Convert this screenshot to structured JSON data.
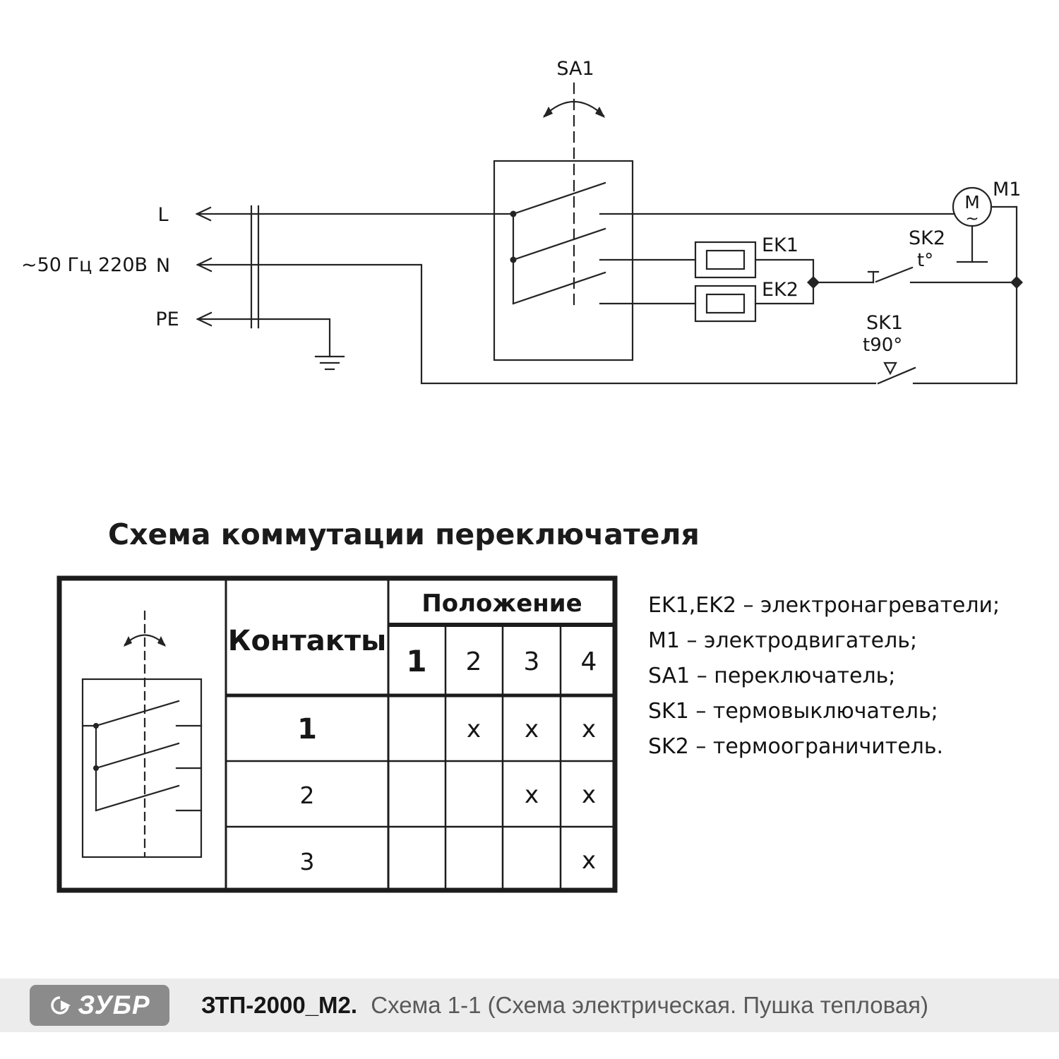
{
  "schematic": {
    "power_label": "~50 Гц 220В",
    "line_l": "L",
    "line_n": "N",
    "line_pe": "PE",
    "switch_label": "SA1",
    "heater1_label": "EK1",
    "heater2_label": "EK2",
    "motor_label": "M1",
    "motor_symbol": "M",
    "motor_ac_symbol": "~",
    "thermal_limiter_label": "SK2",
    "thermal_limiter_temp": "t°",
    "thermal_switch_label": "SK1",
    "thermal_switch_temp": "t90°"
  },
  "commutation": {
    "title": "Схема коммутации переключателя",
    "contacts_header": "Контакты",
    "position_header": "Положение",
    "positions": [
      "1",
      "2",
      "3",
      "4"
    ],
    "rows": [
      {
        "contact": "1",
        "cells": [
          "",
          "x",
          "x",
          "x"
        ]
      },
      {
        "contact": "2",
        "cells": [
          "",
          "",
          "x",
          "x"
        ]
      },
      {
        "contact": "3",
        "cells": [
          "",
          "",
          "",
          "x"
        ]
      }
    ]
  },
  "legend": {
    "items": [
      "EK1,EK2 – электронагреватели;",
      "M1 – электродвигатель;",
      "SA1 – переключатель;",
      "SK1 – термовыключатель;",
      "SK2 – термоограничитель."
    ]
  },
  "footer": {
    "brand": "ЗУБР",
    "model": "ЗТП-2000_М2.",
    "description": "Схема 1-1 (Схема электрическая. Пушка тепловая)"
  }
}
